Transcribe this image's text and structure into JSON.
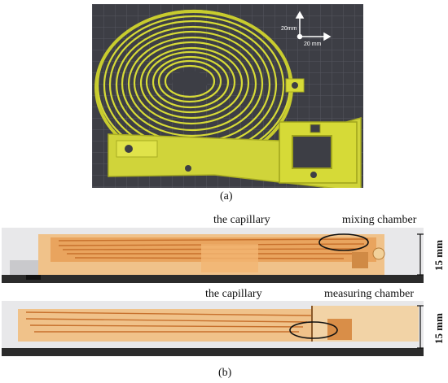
{
  "panel_a": {
    "caption": "(a)",
    "scale": {
      "vertical": "20mm",
      "horizontal": "20 mm"
    }
  },
  "panel_b": {
    "caption": "(b)",
    "top_view": {
      "capillary_label": "the capillary",
      "chamber_label": "mixing chamber",
      "height_label": "15 mm"
    },
    "bottom_view": {
      "capillary_label": "the capillary",
      "chamber_label": "measuring chamber",
      "height_label": "15 mm"
    }
  },
  "colors": {
    "print_yellow": "#d8dc3a",
    "bed_grey": "#3c3d44",
    "resin_orange": "#e7a35c",
    "base_dark": "#2b2b2b"
  }
}
